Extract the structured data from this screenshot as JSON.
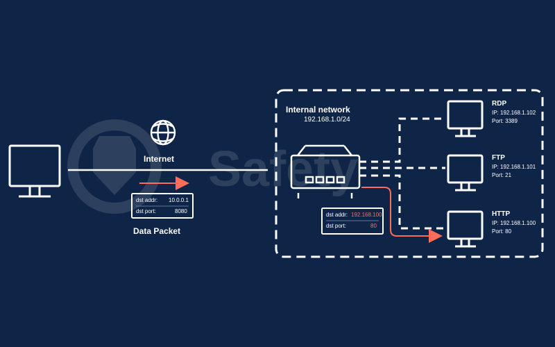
{
  "watermark": {
    "text": "Safety"
  },
  "internet": {
    "label": "Internet"
  },
  "packet": {
    "label": "Data Packet",
    "dst_addr_label": "dst addr:",
    "dst_addr_value": "10.0.0.1",
    "dst_port_label": "dst port:",
    "dst_port_value": "8080"
  },
  "internal": {
    "label": "Internal network",
    "subnet": "192.168.1.0/24"
  },
  "forwarded_packet": {
    "dst_addr_label": "dst addr:",
    "dst_addr_value": "192.168.100",
    "dst_port_label": "dst port:",
    "dst_port_value": "80"
  },
  "servers": [
    {
      "name": "RDP",
      "ip": "IP: 192.168.1.102",
      "port": "Port: 3389"
    },
    {
      "name": "FTP",
      "ip": "IP: 192.168.1.101",
      "port": "Port: 21"
    },
    {
      "name": "HTTP",
      "ip": "IP: 192.168.1.100",
      "port": "Port: 80"
    }
  ],
  "colors": {
    "background": "#0f2548",
    "line": "#ffffff",
    "accent": "#ff6d5a"
  }
}
